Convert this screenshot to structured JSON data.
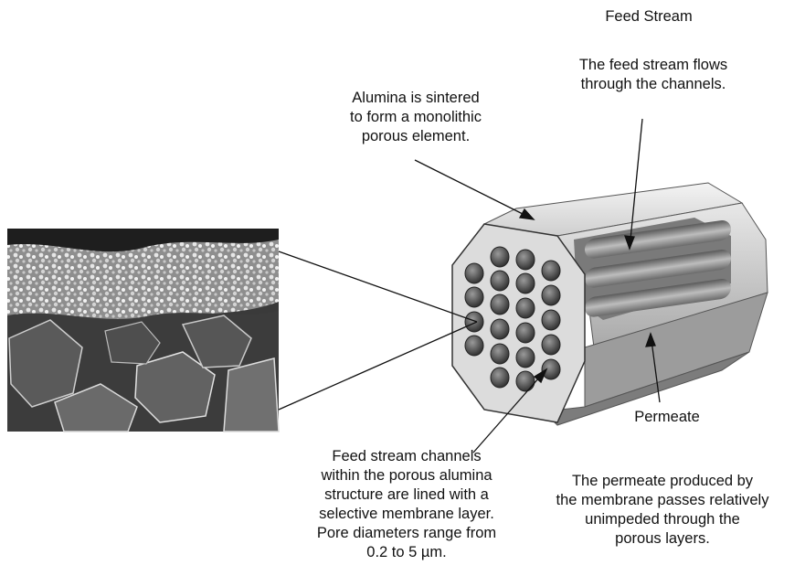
{
  "labels": {
    "feed_stream_title": "Feed Stream",
    "feed_stream_flow": [
      "The feed stream flows",
      "through the channels."
    ],
    "alumina": [
      "Alumina is sintered",
      "to form a monolithic",
      "porous element."
    ],
    "permeate_title": "Permeate",
    "permeate_desc": [
      "The permeate produced by",
      "the membrane passes relatively",
      "unimpeded through the",
      "porous layers."
    ],
    "channels_desc": [
      "Feed stream channels",
      "within the porous alumina",
      "structure are lined with a",
      "selective membrane layer.",
      "Pore diameters range from",
      "0.2 to 5 µm."
    ]
  },
  "colors": {
    "ink": "#111111",
    "element_face": "#d9d9d9",
    "element_shadow": "#8a8a8a",
    "photo_dark": "#2b2b2b"
  }
}
